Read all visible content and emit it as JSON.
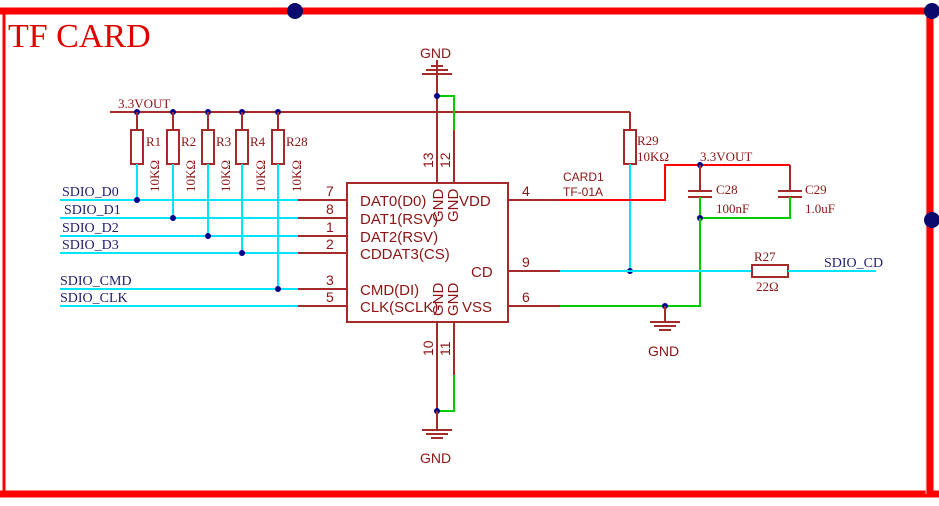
{
  "title": "TF CARD",
  "colors": {
    "border": "#ff0000",
    "wire": "#a52a2a",
    "signal": "#00e5ff",
    "ground_wire": "#00cc00",
    "text": "#8b1414",
    "junction": "#00008b"
  },
  "power": {
    "vout_top": "3.3VOUT",
    "vout_right": "3.3VOUT",
    "gnd_top": "GND",
    "gnd_bottom": "GND",
    "gnd_right": "GND"
  },
  "pullups": [
    {
      "ref": "R1",
      "value": "10KΩ"
    },
    {
      "ref": "R2",
      "value": "10KΩ"
    },
    {
      "ref": "R3",
      "value": "10KΩ"
    },
    {
      "ref": "R4",
      "value": "10KΩ"
    },
    {
      "ref": "R28",
      "value": "10KΩ"
    }
  ],
  "nets": {
    "d0": "SDIO_D0",
    "d1": "SDIO_D1",
    "d2": "SDIO_D2",
    "d3": "SDIO_D3",
    "cmd": "SDIO_CMD",
    "clk": "SDIO_CLK",
    "cd": "SDIO_CD"
  },
  "connector": {
    "ref": "CARD1",
    "part": "TF-01A",
    "pins_left": [
      {
        "num": "7",
        "name": "DAT0(D0)"
      },
      {
        "num": "8",
        "name": "DAT1(RSV)"
      },
      {
        "num": "1",
        "name": "DAT2(RSV)"
      },
      {
        "num": "2",
        "name": "CDDAT3(CS)"
      },
      {
        "num": "3",
        "name": "CMD(DI)"
      },
      {
        "num": "5",
        "name": "CLK(SCLK)"
      }
    ],
    "pins_right": [
      {
        "num": "4",
        "name": "VDD"
      },
      {
        "num": "9",
        "name": "CD"
      },
      {
        "num": "6",
        "name": "VSS"
      }
    ],
    "pins_top": [
      {
        "num": "13",
        "name": "GND"
      },
      {
        "num": "12",
        "name": "GND"
      }
    ],
    "pins_bottom": [
      {
        "num": "10",
        "name": "GND"
      },
      {
        "num": "11",
        "name": "GND"
      }
    ]
  },
  "r29": {
    "ref": "R29",
    "value": "10KΩ"
  },
  "c28": {
    "ref": "C28",
    "value": "100nF"
  },
  "c29": {
    "ref": "C29",
    "value": "1.0uF"
  },
  "r27": {
    "ref": "R27",
    "value": "22Ω"
  }
}
